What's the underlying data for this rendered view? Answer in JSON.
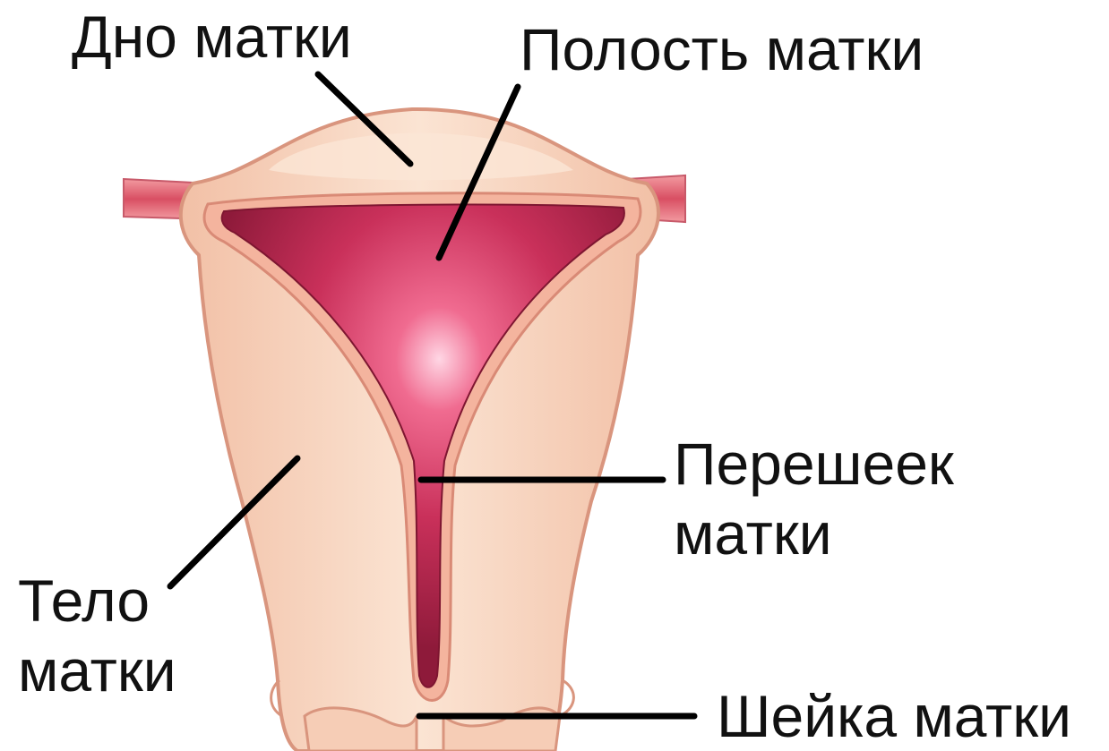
{
  "labels": {
    "fundus": "Дно матки",
    "cavity": "Полость матки",
    "isthmus_line1": "Перешеек",
    "isthmus_line2": "матки",
    "body_line1": "Тело",
    "body_line2": "матки",
    "cervix": "Шейка матки"
  },
  "colors": {
    "outer_wall": "#f5c9b0",
    "outer_wall_edge": "#d9957e",
    "inner_wall": "#f8dcc6",
    "cavity": "#b8244a",
    "cavity_highlight": "#f27a9a",
    "tube": "#e26b7a",
    "pointer": "#000000"
  }
}
